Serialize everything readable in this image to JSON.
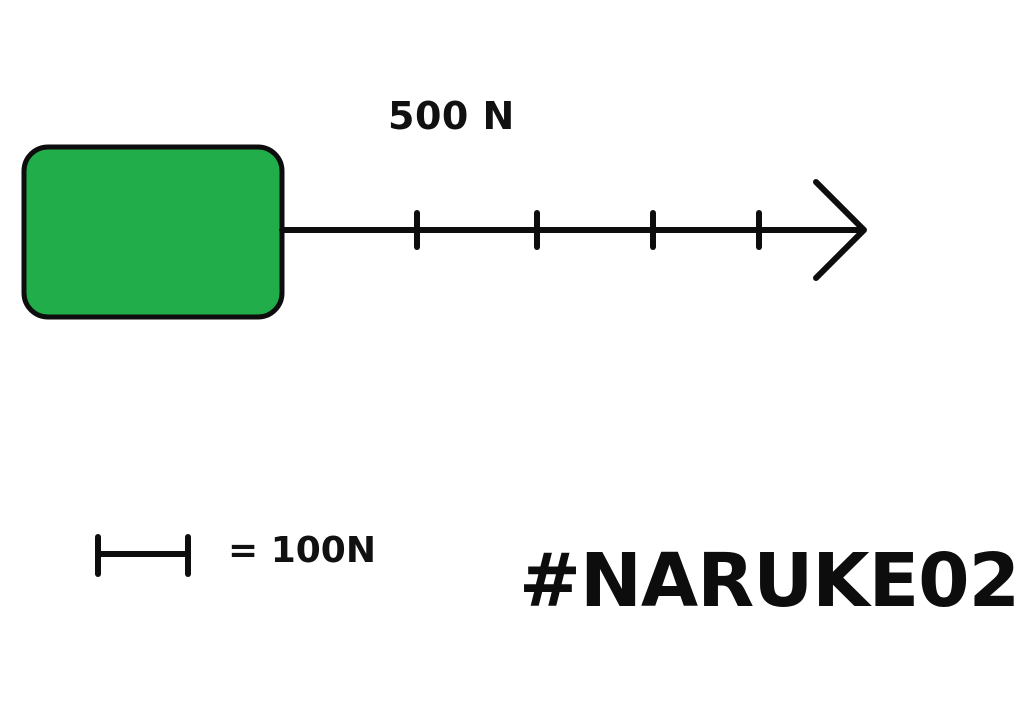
{
  "force": {
    "label": "500 N",
    "magnitude": 500,
    "unit": "N",
    "direction": "right"
  },
  "scale": {
    "label": "= 100N",
    "value": 100,
    "unit": "N"
  },
  "watermark": "#NARUKE02",
  "colors": {
    "block_fill": "#22ad4b",
    "outline": "#0d0d0d",
    "background": "#ffffff"
  }
}
